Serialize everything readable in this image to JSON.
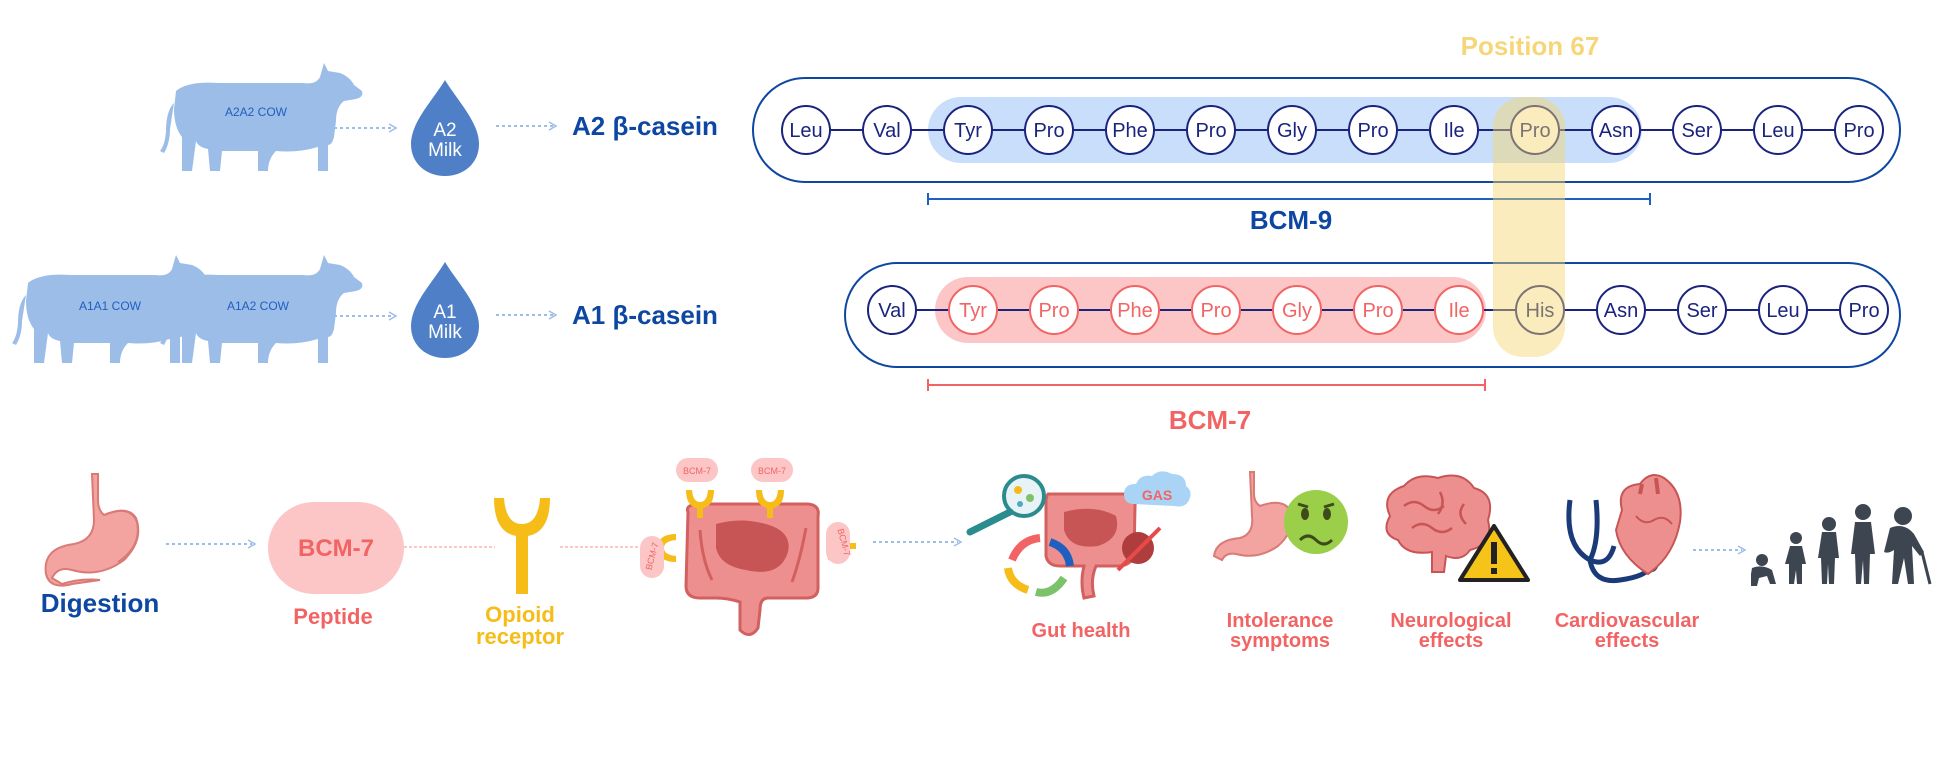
{
  "colors": {
    "blue_dark": "#0d47a1",
    "blue_mid": "#1f5fbf",
    "blue_light": "#c9defa",
    "blue_cow": "#9cbde8",
    "navy_circle": "#1a237e",
    "red": "#f26464",
    "red_light": "#fcc6c6",
    "yellow": "#f7ebab",
    "yellow_text": "#f5d77a",
    "opioid": "#f6bd19",
    "gray_icon": "#3d4550"
  },
  "top_row": {
    "cow_label": "A2A2 COW",
    "drop_line1": "A2",
    "drop_line2": "Milk",
    "casein_label": "A2 β-casein",
    "residues": [
      "Leu",
      "Val",
      "Tyr",
      "Pro",
      "Phe",
      "Pro",
      "Gly",
      "Pro",
      "Ile",
      "Pro",
      "Asn",
      "Ser",
      "Leu",
      "Pro"
    ],
    "fragment_label": "BCM-9"
  },
  "middle_row": {
    "cow1_label": "A1A1 COW",
    "cow2_label": "A1A2 COW",
    "drop_line1": "A1",
    "drop_line2": "Milk",
    "casein_label": "A1 β-casein",
    "residues": [
      "Val",
      "Tyr",
      "Pro",
      "Phe",
      "Pro",
      "Gly",
      "Pro",
      "Ile",
      "His",
      "Asn",
      "Ser",
      "Leu",
      "Pro"
    ],
    "fragment_label": "BCM-7"
  },
  "position_label": "Position 67",
  "bottom_row": {
    "digestion_label": "Digestion",
    "peptide_badge": "BCM-7",
    "peptide_label": "Peptide",
    "opioid_line1": "Opioid",
    "opioid_line2": "receptor",
    "gut_tag": "BCM-7",
    "gas_label": "GAS",
    "gut_health_label": "Gut health",
    "intolerance_line1": "Intolerance",
    "intolerance_line2": "symptoms",
    "neuro_line1": "Neurological",
    "neuro_line2": "effects",
    "cardio_line1": "Cardiovascular",
    "cardio_line2": "effects"
  },
  "icons": {
    "cow": "cow-icon",
    "milk_drop": "milk-drop-icon",
    "stomach": "stomach-icon",
    "receptor": "opioid-receptor-icon",
    "intestine": "intestine-icon",
    "nauseated": "nauseated-face-icon",
    "brain": "brain-icon",
    "warning": "warning-icon",
    "stethoscope": "stethoscope-icon",
    "heart": "heart-icon",
    "people": "people-age-icon"
  }
}
